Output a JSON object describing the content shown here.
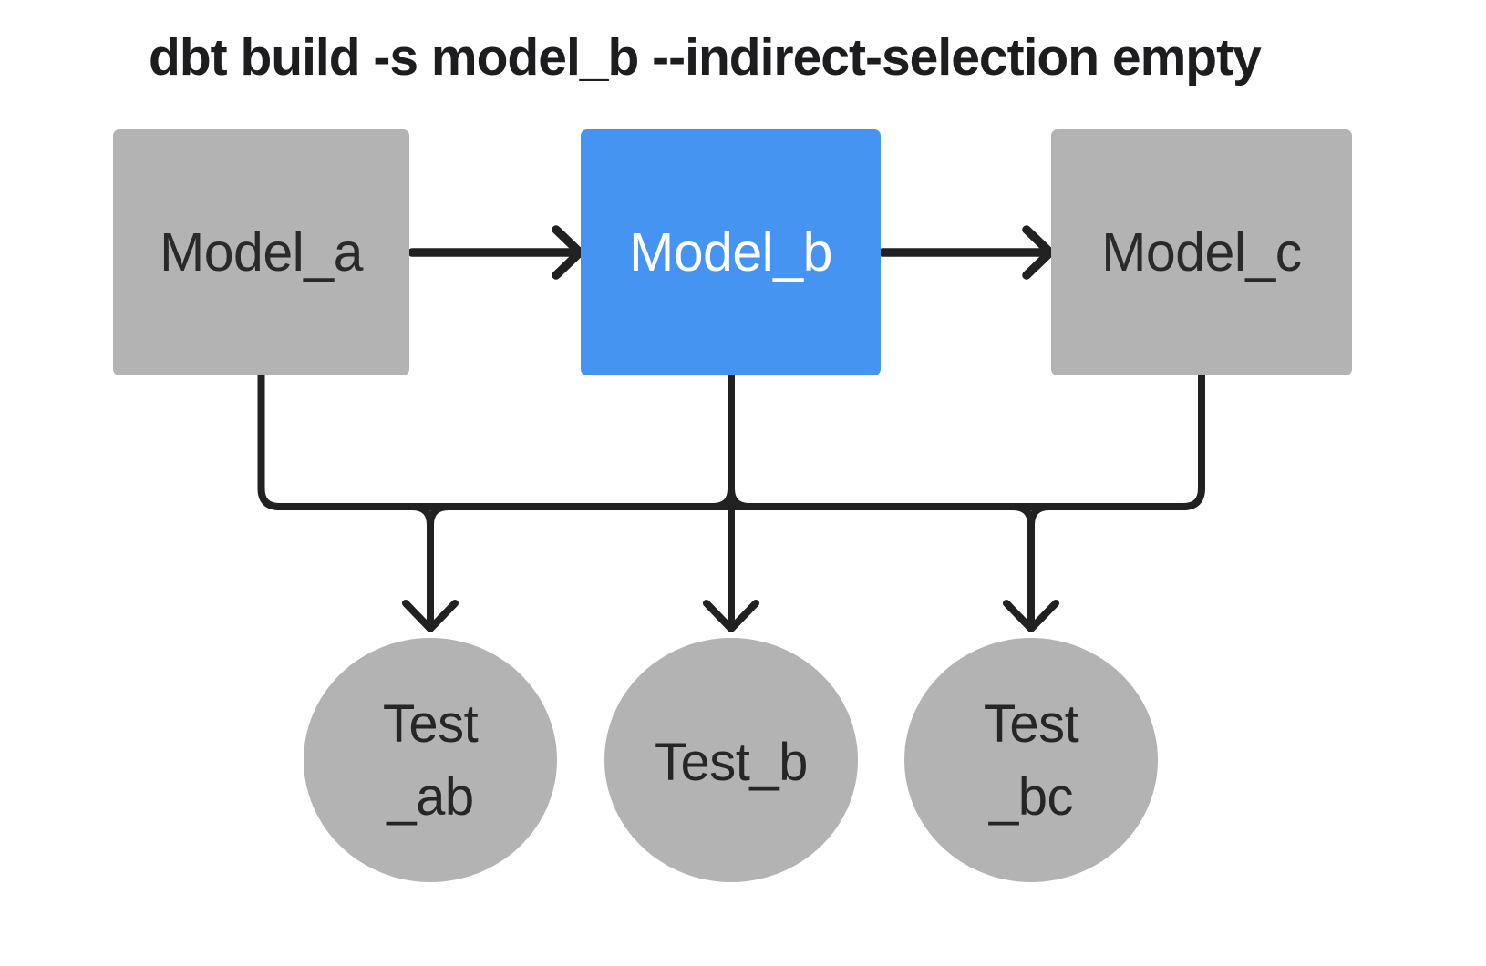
{
  "title": "dbt build -s model_b --indirect-selection empty",
  "colors": {
    "background": "#ffffff",
    "node_gray": "#b3b3b3",
    "selected_blue": "#4594f1",
    "line": "#212121",
    "text_dark": "#2a2a2a",
    "text_light": "#ffffff"
  },
  "diagram": {
    "models": [
      {
        "id": "model_a",
        "label": "Model_a",
        "selected": false
      },
      {
        "id": "model_b",
        "label": "Model_b",
        "selected": true
      },
      {
        "id": "model_c",
        "label": "Model_c",
        "selected": false
      }
    ],
    "tests": [
      {
        "id": "test_ab",
        "lines": [
          "Test",
          "_ab"
        ]
      },
      {
        "id": "test_b",
        "lines": [
          "Test_b"
        ]
      },
      {
        "id": "test_bc",
        "lines": [
          "Test",
          "_bc"
        ]
      }
    ],
    "edges": [
      {
        "from": "model_a",
        "to": "model_b"
      },
      {
        "from": "model_b",
        "to": "model_c"
      },
      {
        "from": "model_a",
        "to": "test_ab"
      },
      {
        "from": "model_b",
        "to": "test_ab"
      },
      {
        "from": "model_b",
        "to": "test_b"
      },
      {
        "from": "model_b",
        "to": "test_bc"
      },
      {
        "from": "model_c",
        "to": "test_bc"
      }
    ]
  }
}
